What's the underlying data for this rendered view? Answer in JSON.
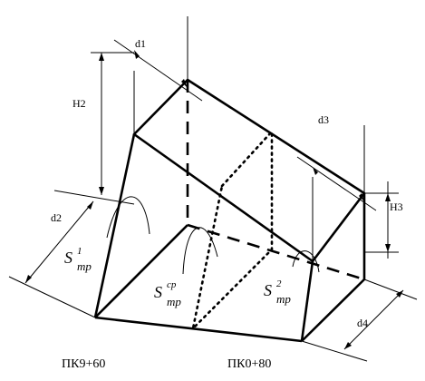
{
  "labels": {
    "d1": "d1",
    "d2": "d2",
    "d3": "d3",
    "d4": "d4",
    "h2": "H2",
    "h3": "H3",
    "pk_left": "ПК9+60",
    "pk_right": "ПК0+80"
  },
  "areas": {
    "s1": {
      "base": "S",
      "sup": "1",
      "sub": "тр"
    },
    "s_mid": {
      "base": "S",
      "sup": "ср",
      "sub": "тр"
    },
    "s2": {
      "base": "S",
      "sup": "2",
      "sub": "тр"
    }
  }
}
